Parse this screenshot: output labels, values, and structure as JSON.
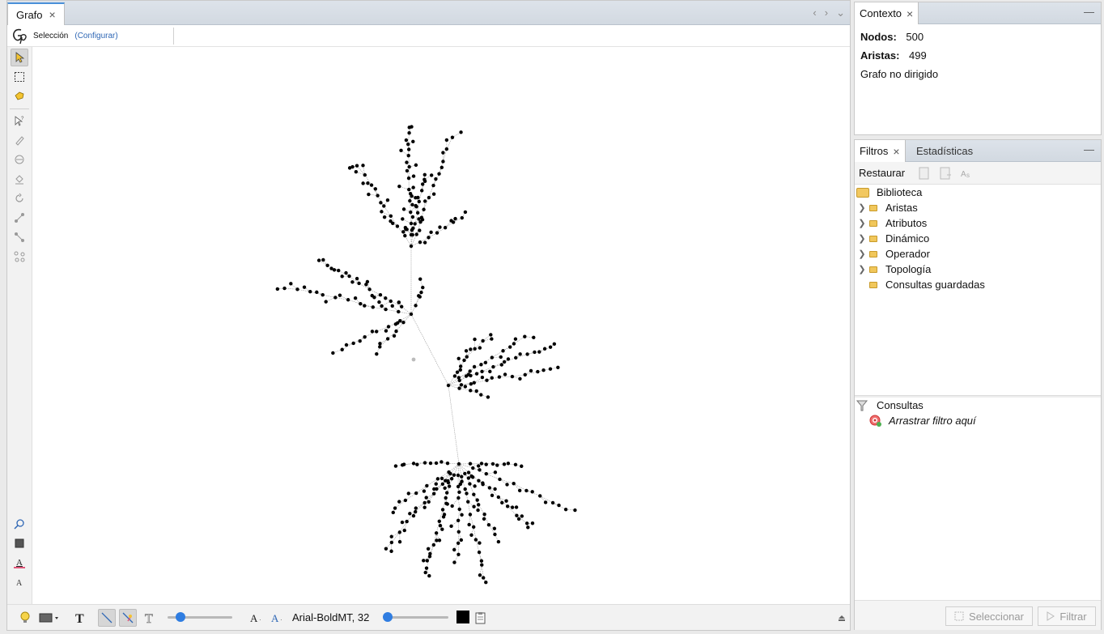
{
  "graph_window": {
    "tab_label": "Grafo",
    "selection_label": "Selección",
    "configure_link": "(Configurar)"
  },
  "context_panel": {
    "tab_label": "Contexto",
    "nodes_label": "Nodos:",
    "nodes_value": "500",
    "edges_label": "Aristas:",
    "edges_value": "499",
    "graph_type": "Grafo no dirigido"
  },
  "filters_panel": {
    "tabs": [
      {
        "label": "Filtros"
      },
      {
        "label": "Estadísticas"
      }
    ],
    "restore_label": "Restaurar",
    "library_label": "Biblioteca",
    "library_items": [
      {
        "label": "Aristas"
      },
      {
        "label": "Atributos"
      },
      {
        "label": "Dinámico"
      },
      {
        "label": "Operador"
      },
      {
        "label": "Topología"
      }
    ],
    "saved_queries_label": "Consultas guardadas",
    "queries_label": "Consultas",
    "drag_filter_label": "Arrastrar filtro aquí",
    "select_button": "Seleccionar",
    "filter_button": "Filtrar"
  },
  "bottom_toolbar": {
    "font_label": "Arial-BoldMT, 32",
    "edge_weight_slider": 0.2,
    "label_size_slider": 0.0,
    "label_color": "#000000"
  },
  "colors": {
    "accent": "#2f7de1",
    "link": "#2f67b5",
    "node": "#000000"
  }
}
